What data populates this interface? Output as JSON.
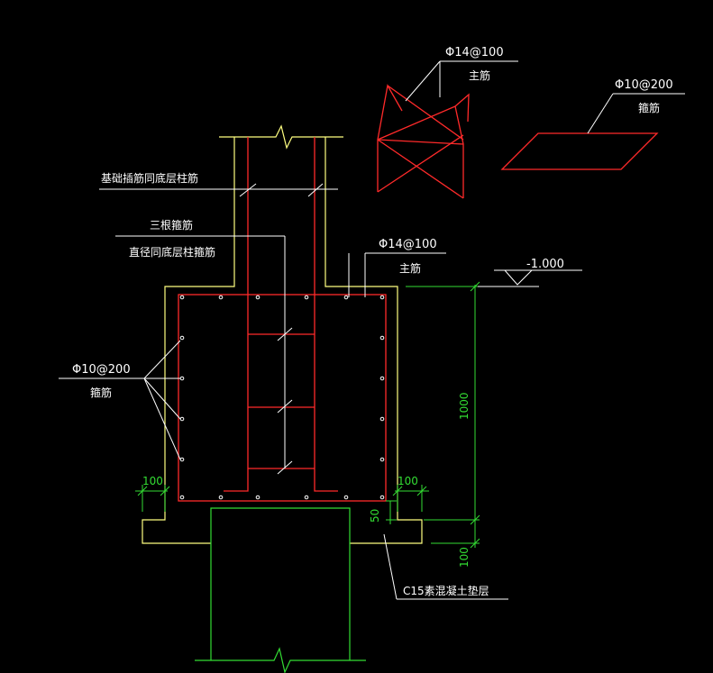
{
  "colors": {
    "background": "#000000",
    "concrete": "#ffff80",
    "rebar": "#ff2a2a",
    "dimension": "#33dd33",
    "leader": "#ffffff",
    "text": "#ffffff"
  },
  "labels": {
    "main_rebar_detail_spec": "Φ14@100",
    "main_rebar_detail_name": "主筋",
    "stirrup_detail_spec": "Φ10@200",
    "stirrup_detail_name": "箍筋",
    "column_dowel_note": "基础插筋同底层柱筋",
    "three_stirrups_line1": "三根箍筋",
    "three_stirrups_line2": "直径同底层柱箍筋",
    "main_rebar_spec": "Φ14@100",
    "main_rebar_name": "主筋",
    "elevation": "-1.000",
    "side_stirrup_spec": "Φ10@200",
    "side_stirrup_name": "箍筋",
    "cushion_note": "C15素混凝土垫层"
  },
  "dimensions": {
    "left_offset": "100",
    "right_offset": "100",
    "cover": "50",
    "height": "1000",
    "cushion_thickness": "100"
  }
}
